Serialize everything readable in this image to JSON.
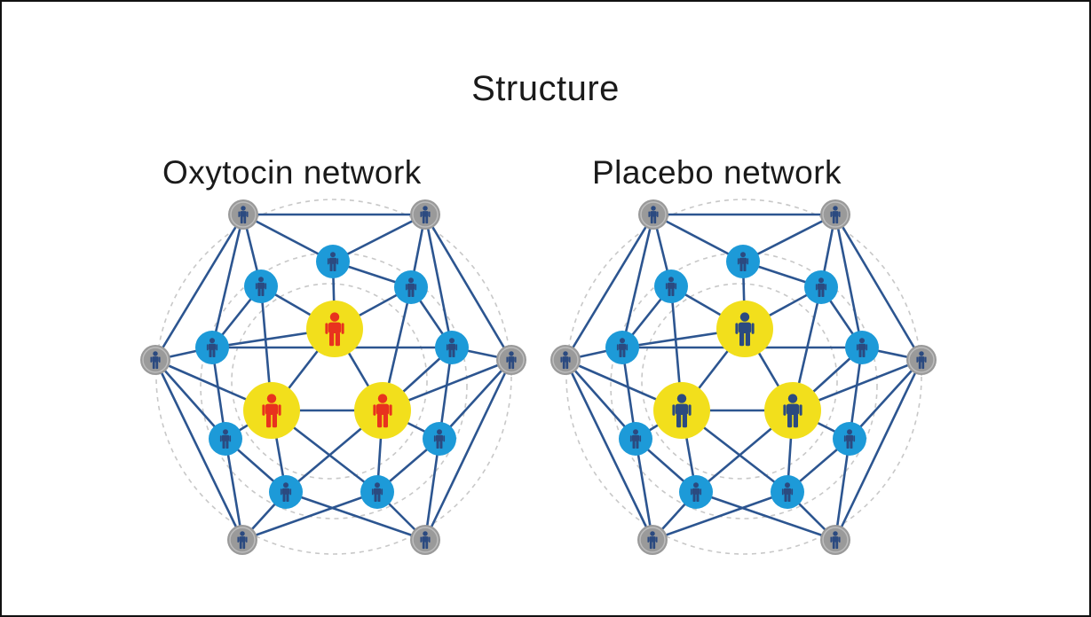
{
  "title": "Structure",
  "networks": [
    {
      "label": "Oxytocin network",
      "central_figure_color": "#e8321e"
    },
    {
      "label": "Placebo network",
      "central_figure_color": "#2b4a80"
    }
  ],
  "colors": {
    "edge": "#2c5590",
    "outer_node": "#9a9a9a",
    "middle_node": "#1d9ad8",
    "central_node": "#f2df1c",
    "figure_default": "#2b4a80",
    "guide_circle": "#c8c8c8"
  }
}
